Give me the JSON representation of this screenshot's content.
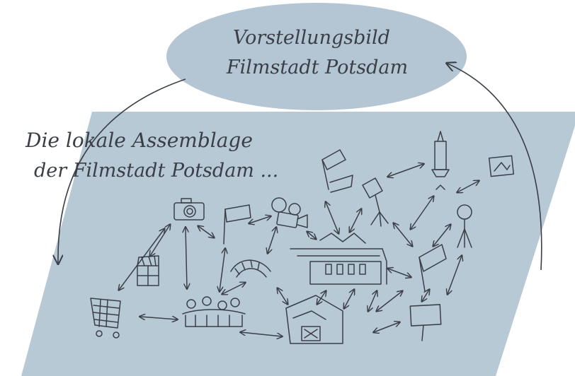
{
  "bubble": {
    "line1": "Vorstellungsbild",
    "line2": "Filmstadt Potsdam"
  },
  "assemblage": {
    "line1": "Die lokale Assemblage",
    "line2": "der Filmstadt Potsdam ..."
  },
  "colors": {
    "bubble_fill": "#b4c6d3",
    "plane_fill": "#b8c9d6",
    "ink": "#3a3f47"
  },
  "icons": [
    "camera-icon",
    "flag-icon",
    "film-projector-icon",
    "flag-icon",
    "spotlight-icon",
    "tower-icon",
    "picture-frame-icon",
    "clapperboard-icon",
    "film-strip-icon",
    "studio-building-icon",
    "microphone-tripod-icon",
    "shopping-cart-icon",
    "audience-icon",
    "cinema-building-icon",
    "signboard-icon",
    "flag-icon"
  ]
}
